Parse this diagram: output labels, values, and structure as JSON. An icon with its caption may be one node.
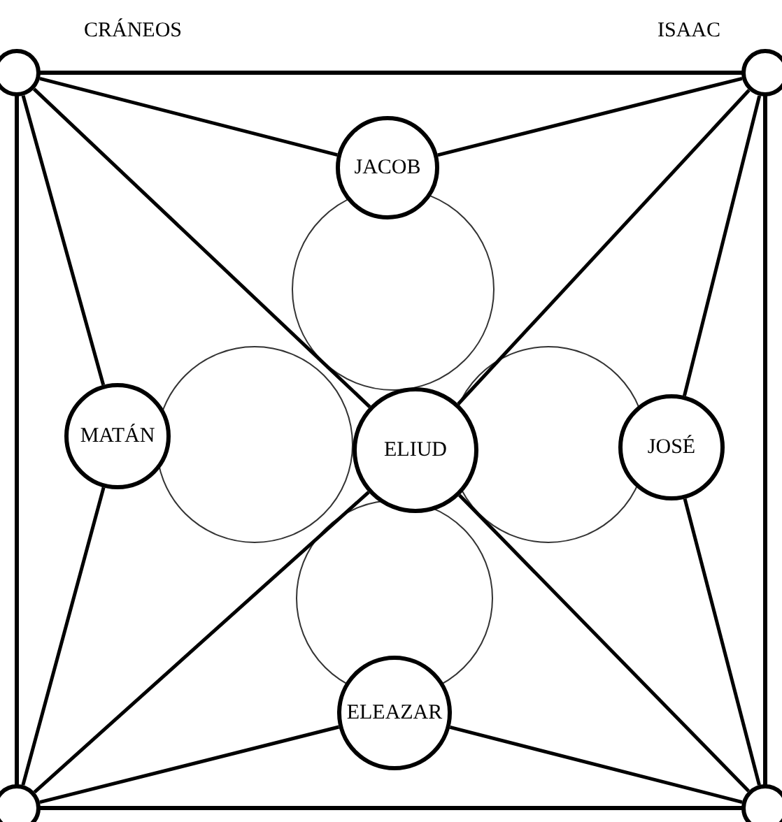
{
  "diagram": {
    "nodes": [
      {
        "text": [],
        "shape": "circle"
      },
      {
        "text": [],
        "shape": "circle"
      },
      {
        "text": [
          "JACOB"
        ]
      },
      {
        "text": [
          "MATÁN"
        ]
      },
      {
        "text": [
          "ELIUD"
        ]
      },
      {
        "text": [
          "JOSÉ"
        ]
      },
      {
        "text": [
          "ELEAZAR"
        ]
      },
      {
        "text": [],
        "shape": "circle"
      },
      {
        "text": [],
        "shape": "circle"
      }
    ],
    "edges": [
      {
        "from": 0,
        "to": 2,
        "arrow": "none"
      },
      {
        "from": 0,
        "to": 3,
        "arrow": "none"
      },
      {
        "from": 0,
        "to": 4,
        "arrow": "none"
      },
      {
        "from": 1,
        "to": 2,
        "arrow": "none"
      },
      {
        "from": 1,
        "to": 5,
        "arrow": "none"
      },
      {
        "from": 1,
        "to": 4,
        "arrow": "none"
      },
      {
        "from": 7,
        "to": 3,
        "arrow": "none"
      },
      {
        "from": 7,
        "to": 6,
        "arrow": "none"
      },
      {
        "from": 7,
        "to": 4,
        "arrow": "none"
      },
      {
        "from": 8,
        "to": 5,
        "arrow": "none"
      },
      {
        "from": 8,
        "to": 6,
        "arrow": "none"
      },
      {
        "from": 8,
        "to": 4,
        "arrow": "none"
      }
    ],
    "labels": [
      "CRÁNEOS",
      "ISAAC"
    ]
  }
}
